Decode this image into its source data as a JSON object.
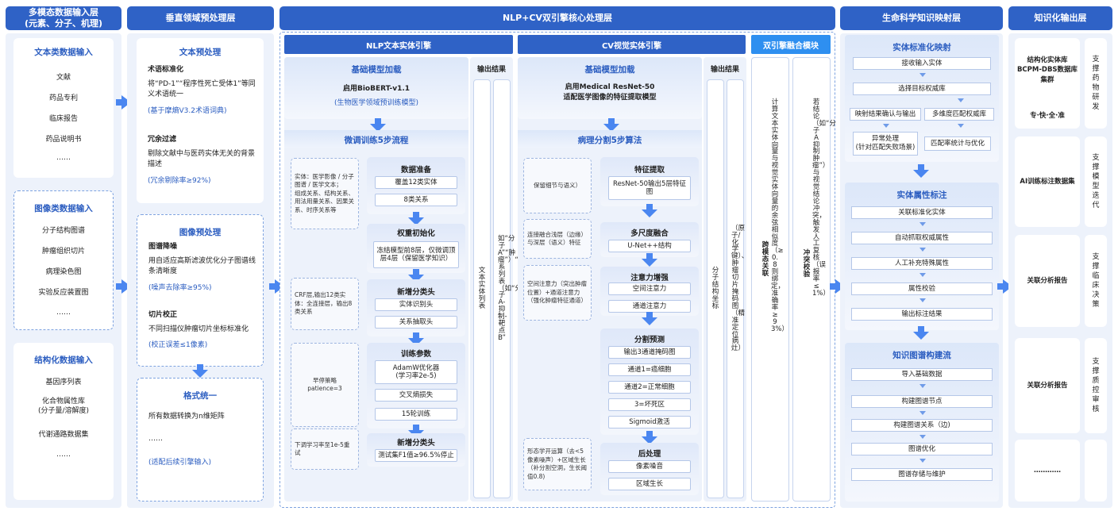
{
  "headers": {
    "input": "多模态数据输入层\n(元素、分子、机理)",
    "preprocess": "垂直领域预处理层",
    "core": "NLP+CV双引擎核心处理层",
    "mapping": "生命科学知识映射层",
    "output": "知识化输出层"
  },
  "input": {
    "text": {
      "title": "文本类数据输入",
      "items": [
        "文献",
        "药品专利",
        "临床报告",
        "药品说明书",
        "……"
      ]
    },
    "image": {
      "title": "图像类数据输入",
      "items": [
        "分子结构图谱",
        "肿瘤组织切片",
        "病理染色图",
        "实验反应装置图",
        "……"
      ]
    },
    "struct": {
      "title": "结构化数据输入",
      "items": [
        "基因序列表",
        "化合物属性库\n(分子量/溶解度)",
        "代谢通路数据集",
        "……"
      ]
    }
  },
  "pre": {
    "text": {
      "title": "文本预处理",
      "s1_title": "术语标准化",
      "s1_desc": "将“PD-1”“程序性死亡受体1”等同义术语统一",
      "s1_note": "(基于摩熵V3.2术语词典)",
      "s2_title": "冗余过滤",
      "s2_desc": "剔除文献中与医药实体无关的背景描述",
      "s2_note": "(冗余剔除率≥92%)"
    },
    "image": {
      "title": "图像预处理",
      "s1_title": "图谱降噪",
      "s1_desc": "用自适应高斯滤波优化分子图谱线条清晰度",
      "s1_note": "(噪声去除率≥95%)",
      "s2_title": "切片校正",
      "s2_desc": "不同扫描仪肿瘤切片坐标标准化",
      "s2_note": "(校正误差≤1像素)"
    },
    "format": {
      "title": "格式统一",
      "desc": "所有数据转换为n维矩阵",
      "dots": "……",
      "note": "(适配后续引擎输入)"
    }
  },
  "nlp": {
    "title": "NLP文本实体引擎",
    "base_title": "基础模型加载",
    "base_desc": "启用BioBERT-v1.1",
    "base_note": "(生物医学领域预训练模型)",
    "finetune_title": "微调训练5步流程",
    "steps": [
      {
        "title": "数据准备",
        "items": [
          "覆盖12类实体",
          "8类关系"
        ]
      },
      {
        "title": "权重初始化",
        "items": [
          "冻结模型前8层，仅微调顶层4层（保留医学知识）"
        ]
      },
      {
        "title": "新增分类头",
        "items": [
          "实体识别头",
          "关系抽取头"
        ]
      },
      {
        "title": "训练参数",
        "items": [
          "AdamW优化器\n(学习率2e-5)",
          "交叉熵损失",
          "15轮训练"
        ]
      },
      {
        "title": "新增分类头",
        "items": [
          "测试集F1值≥96.5%停止"
        ]
      }
    ],
    "notes": [
      "实体：医学影像 / 分子图谱 / 医学文本；\n组成关系、结构关系、用法用量关系、因果关系、时序关系等",
      "CRF层,输出12类实体：全连接层，输出8类关系",
      "早停策略\npatience=3",
      "下调学习率至1e-5重试"
    ],
    "out_title": "输出结果",
    "out_col1": "文本实体列表",
    "out_col2": "如“分子A”“肿瘤”）“关系列表（如“分子A-抑制-靶点B”"
  },
  "cv": {
    "title": "CV视觉实体引擎",
    "base_title": "基础模型加载",
    "base_desc": "启用Medical ResNet-50\n适配医学图像的特征提取模型",
    "algo_title": "病理分割5步算法",
    "steps": [
      {
        "title": "特征提取",
        "items": [
          "ResNet-50输出5层特征图"
        ]
      },
      {
        "title": "多尺度融合",
        "items": [
          "U-Net++结构"
        ]
      },
      {
        "title": "注意力增强",
        "items": [
          "空间注意力",
          "通道注意力"
        ]
      },
      {
        "title": "分割预测",
        "items": [
          "输出3通道掩码图",
          "通道1=癌细胞",
          "通道2=正常细胞",
          "3=坏死区",
          "Sigmoid激活"
        ]
      },
      {
        "title": "后处理",
        "items": [
          "像素噪音",
          "区域生长"
        ]
      }
    ],
    "notes": [
      "保留细节与语义）",
      "连接融合浅层（边缘）与深层（语义）特征",
      "空间注意力（突出肿瘤位置）+通道注意力（强化肿瘤特征通道）",
      "形态学开运算（去<5像素噪声）+区域生长（补分割空洞，生长阈值0.8)"
    ],
    "out_title": "输出结果",
    "out_col1": "分子结构坐标",
    "out_col2": "（原子/化学键）、肿瘤切片掩码图（精准定位病灶）"
  },
  "fusion": {
    "title": "双引擎融合模块",
    "col1_bold": "跨模态关联",
    "col1": "计算文本实体向量与视觉实体向量的余弦相似度（≥0.8则绑定，准确率≥93%）",
    "col2_bold": "冲突校验",
    "col2": "若结论（如“分子A抑制肿瘤”）与视觉结论冲突，触发人工复核（误报率≤1%）"
  },
  "mapping": {
    "s1": {
      "title": "实体标准化映射",
      "items": [
        "接收输入实体",
        "选择目标权威库",
        "映射结果确认与输出",
        "多维度匹配权威库",
        "异常处理\n(针对匹配失败场景)",
        "匹配率统计与优化"
      ]
    },
    "s2": {
      "title": "实体属性标注",
      "items": [
        "关联标准化实体",
        "自动抓取权威属性",
        "人工补充特殊属性",
        "属性校验",
        "输出标注结果"
      ]
    },
    "s3": {
      "title": "知识图谱构建流",
      "items": [
        "导入基础数据",
        "构建图谱节点",
        "构建图谱关系（边)",
        "图谱优化",
        "图谱存储与维护"
      ]
    }
  },
  "output": {
    "rows": [
      {
        "name": "结构化实体库\nBCPM-DBS数据库集群",
        "sub": "专·快·全·准",
        "side": "支撑药物研发"
      },
      {
        "name": "AI训练标注数据集",
        "sub": "",
        "side": "支撑模型迭代"
      },
      {
        "name": "关联分析报告",
        "sub": "",
        "side": "支撑临床决策"
      },
      {
        "name": "关联分析报告",
        "sub": "",
        "side": "支撑质控审核"
      },
      {
        "name": "…………",
        "sub": "",
        "side": ""
      }
    ]
  }
}
